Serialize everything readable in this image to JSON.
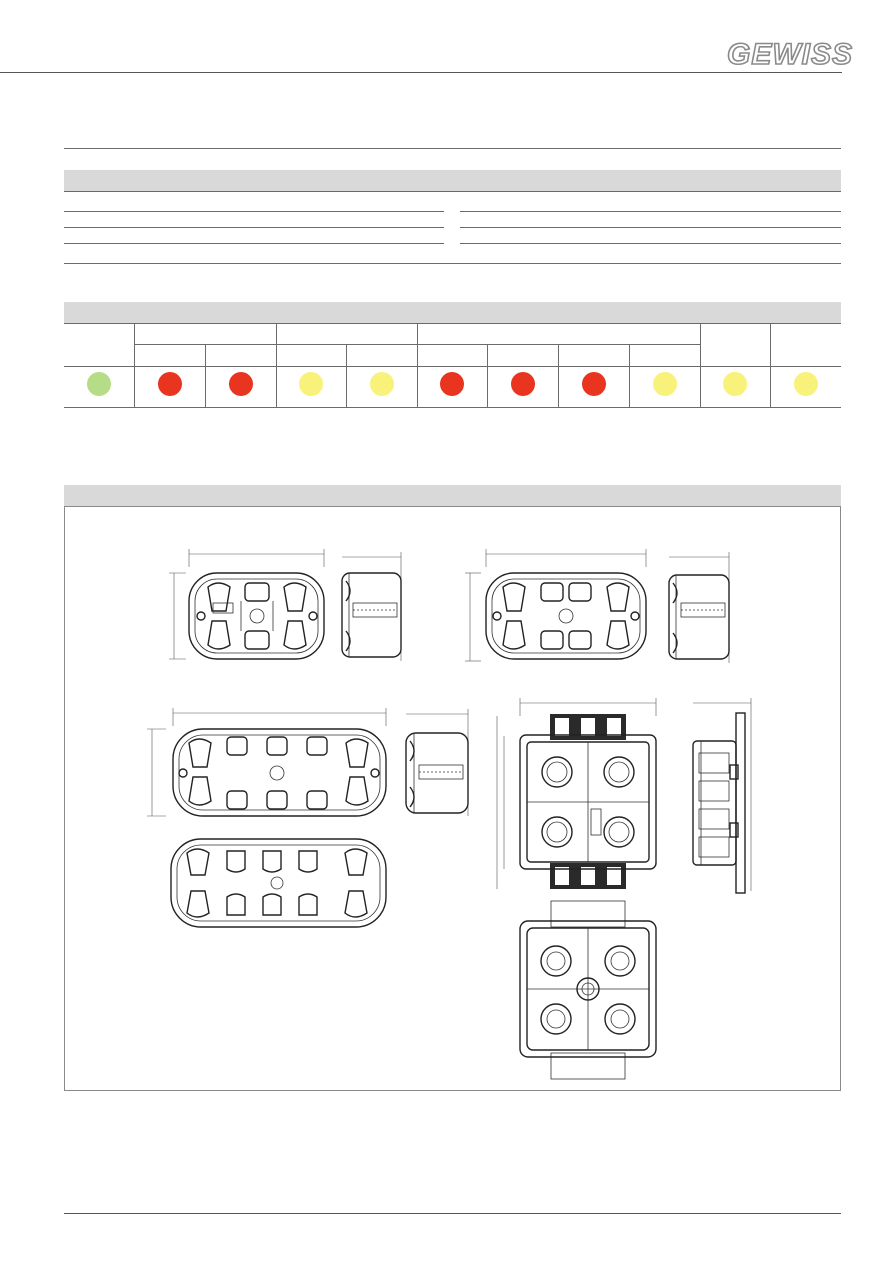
{
  "brand": {
    "logo_text": "GEWISS"
  },
  "colors": {
    "green": "#b5dc86",
    "red": "#e93420",
    "yellow": "#f9f27a",
    "rule": "#6b6b6b",
    "band": "#d9d9d9"
  },
  "rating_row": [
    "green",
    "red",
    "red",
    "yellow",
    "yellow",
    "red",
    "red",
    "red",
    "yellow",
    "yellow",
    "yellow"
  ],
  "drawings": [
    "two-gang-box-front",
    "two-gang-box-side",
    "two-gang-box-alt-front",
    "two-gang-box-alt-side",
    "four-gang-box-front",
    "four-gang-box-side",
    "four-gang-box-rear",
    "square-box-front",
    "square-box-side",
    "square-box-rear"
  ]
}
